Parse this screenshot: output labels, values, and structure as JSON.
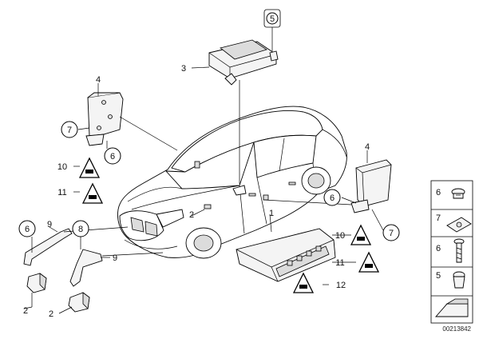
{
  "diagram_id": "00213842",
  "callouts": {
    "c5_top": "5",
    "c3": "3",
    "c4_left": "4",
    "c7_left": "7",
    "c6_left": "6",
    "c10_left": "10",
    "c11_left": "11",
    "c4_right": "4",
    "c6_right": "6",
    "c7_right": "7",
    "c10_right": "10",
    "c11_right": "11",
    "c12": "12",
    "c1": "1",
    "c2_car": "2",
    "c6_lower": "6",
    "c9_a": "9",
    "c8": "8",
    "c9_b": "9",
    "c2_a": "2",
    "c2_b": "2"
  },
  "legend": [
    {
      "number": "6"
    },
    {
      "number": "7"
    },
    {
      "number": "6"
    },
    {
      "number": "5"
    },
    {
      "number": ""
    }
  ],
  "colors": {
    "line": "#000000",
    "part_fill": "#f4f4f4",
    "shade": "#dcdcdc"
  }
}
